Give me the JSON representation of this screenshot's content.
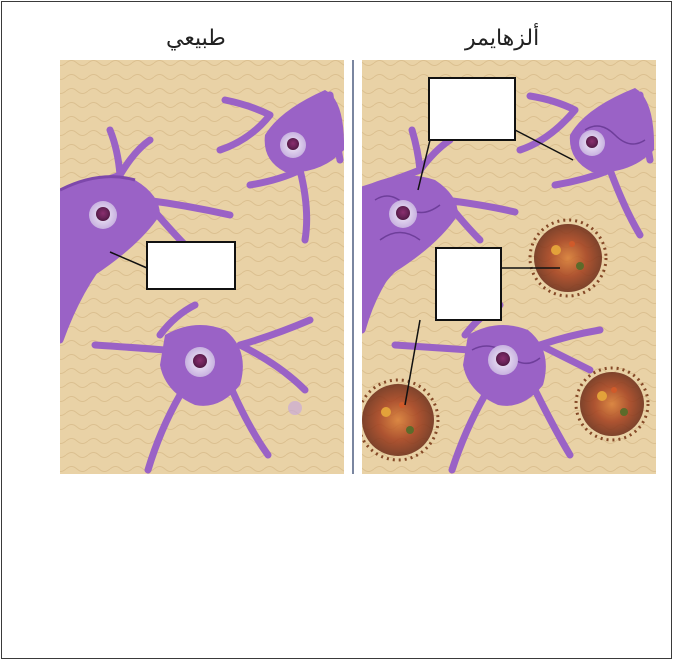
{
  "panels": {
    "normal": {
      "heading": "طبيعي"
    },
    "alzheimer": {
      "heading": "ألزهايمر"
    }
  },
  "label_boxes": [
    {
      "id": "normal-box",
      "text": ""
    },
    {
      "id": "alz-top-box",
      "text": ""
    },
    {
      "id": "alz-mid-box",
      "text": ""
    }
  ],
  "colors": {
    "tissue": "#e9d2a6",
    "neuron": "#9a62c6",
    "neuron_dark": "#6e3e9a",
    "plaque": "#a4411f",
    "divider": "#7a86a0"
  }
}
